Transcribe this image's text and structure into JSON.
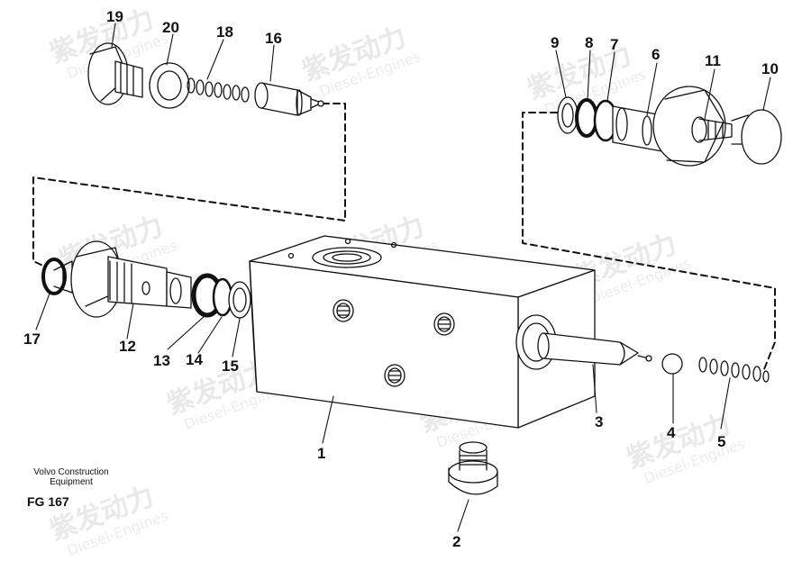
{
  "callouts": [
    "1",
    "2",
    "3",
    "4",
    "5",
    "6",
    "7",
    "8",
    "9",
    "10",
    "11",
    "12",
    "13",
    "14",
    "15",
    "16",
    "17",
    "18",
    "19",
    "20"
  ],
  "caption": {
    "line1": "Volvo Construction",
    "line2": "Equipment"
  },
  "figure_label": "FG 167",
  "watermark": {
    "text": "紫发动力",
    "subtext": "Diesel-Engines"
  }
}
